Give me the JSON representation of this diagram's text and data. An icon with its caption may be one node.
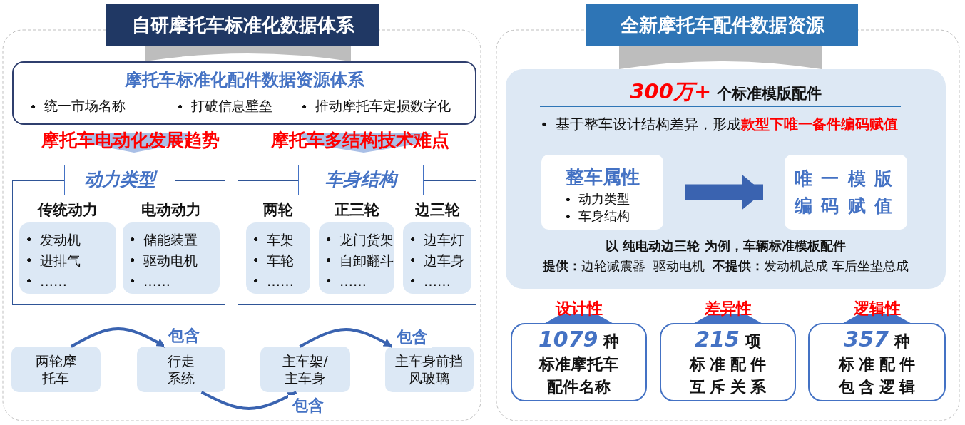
{
  "diagram": {
    "nodes": [
      {
        "text": [
          "自研摩托车标准化数据体系"
        ]
      },
      {
        "text": [
          "摩托车标准化配件数据资源体系",
          "统一市场名称",
          "打破信息壁垒",
          "推动摩托车定损数字化"
        ],
        "in": 0
      },
      {
        "text": [
          "动力类型"
        ],
        "in": 0
      },
      {
        "text": [
          "传统动力",
          "发动机",
          "进排气",
          "……"
        ],
        "in": 2
      },
      {
        "text": [
          "电动动力",
          "储能装置",
          "驱动电机",
          "……"
        ],
        "in": 2
      },
      {
        "text": [
          "车身结构"
        ],
        "in": 0
      },
      {
        "text": [
          "两轮",
          "车架",
          "车轮",
          "……"
        ],
        "in": 5
      },
      {
        "text": [
          "正三轮",
          "龙门货架",
          "自卸翻斗",
          "……"
        ],
        "in": 5
      },
      {
        "text": [
          "边三轮",
          "边车灯",
          "边车身",
          "……"
        ],
        "in": 5
      },
      {
        "text": [
          "两轮摩托车"
        ],
        "in": 0
      },
      {
        "text": [
          "行走系统"
        ],
        "in": 0
      },
      {
        "text": [
          "主车架/主车身"
        ],
        "in": 0
      },
      {
        "text": [
          "主车身前挡风玻璃"
        ],
        "in": 0
      },
      {
        "text": [
          "全新摩托车配件数据资源"
        ]
      },
      {
        "text": [
          "*300万+* 个标准模版配件",
          "基于整车设计结构差异，形成**款型下唯一备件编码赋值**",
          "以 纯电动边三轮 为例，车辆标准模板配件",
          "**提供：**边轮减震器  驱动电机  **不提供：**发动机总成 车后坐垫总成"
        ],
        "in": 13
      },
      {
        "text": [
          "整车属性",
          "动力类型",
          "车身结构"
        ],
        "in": 14
      },
      {
        "text": [
          "唯一模版编码赋值"
        ],
        "in": 14
      },
      {
        "text": [
          "设计性",
          "*1079* 种",
          "标准摩托车配件名称"
        ],
        "in": 13
      },
      {
        "text": [
          "差异性",
          "*215* 项",
          "标准配件互斥关系"
        ],
        "in": 13
      },
      {
        "text": [
          "逻辑性",
          "*357* 种",
          "标准配件包含逻辑"
        ],
        "in": 13
      }
    ],
    "edges": [
      {
        "from": 9,
        "to": 10,
        "arrow": "to",
        "label": "包含"
      },
      {
        "from": 10,
        "to": 11,
        "arrow": "to",
        "label": "包含"
      },
      {
        "from": 11,
        "to": 12,
        "arrow": "to",
        "label": "包含"
      },
      {
        "from": 15,
        "to": 16,
        "arrow": "to",
        "style": "thick"
      }
    ],
    "labels": [
      "摩托车电动化发展趋势",
      "摩托车多结构技术难点"
    ]
  }
}
